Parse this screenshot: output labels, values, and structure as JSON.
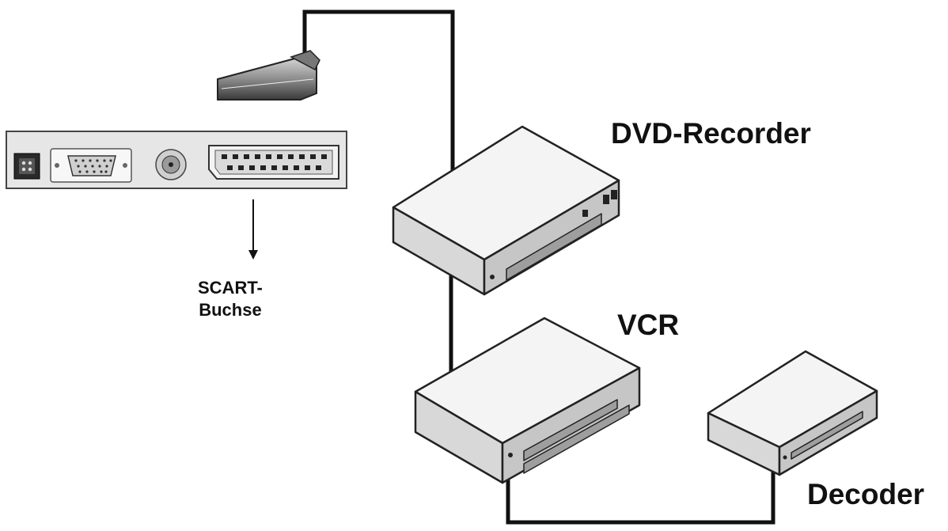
{
  "labels": {
    "dvd_recorder": "DVD-Recorder",
    "vcr": "VCR",
    "decoder": "Decoder",
    "scart_line1": "SCART-",
    "scart_line2": "Buchse"
  },
  "colors": {
    "background": "#ffffff",
    "cable": "#111111",
    "device_top": "#f4f4f4",
    "device_front": "#dcdcdc",
    "device_side": "#bdbdbd",
    "panel": "#e6e6e6",
    "connector": "#8a8a8a"
  },
  "icons": {
    "scart_plug": "scart-plug-icon",
    "power_socket": "power-socket-icon",
    "vga_port": "vga-port-icon",
    "antenna_port": "antenna-port-icon",
    "scart_socket": "scart-socket-icon"
  }
}
